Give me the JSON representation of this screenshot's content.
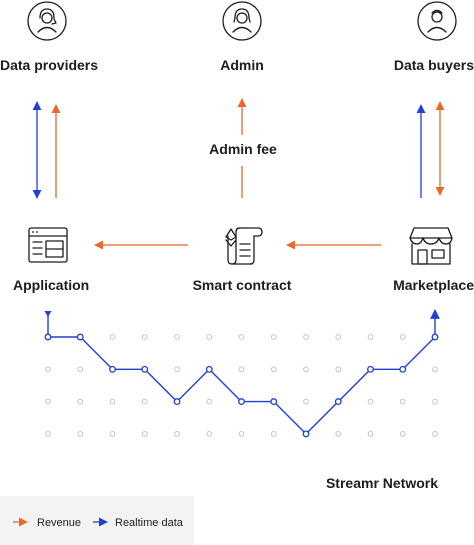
{
  "nodes": {
    "data_providers": "Data providers",
    "admin": "Admin",
    "data_buyers": "Data buyers",
    "admin_fee": "Admin fee",
    "application": "Application",
    "smart_contract": "Smart contract",
    "marketplace": "Marketplace",
    "streamr_network": "Streamr Network"
  },
  "legend": {
    "revenue": "Revenue",
    "realtime_data": "Realtime data"
  },
  "colors": {
    "revenue": "#e8672a",
    "realtime_data": "#1f3fd8",
    "dots": "#c4c4c4",
    "legend_bg": "#f3f3f3"
  },
  "network": {
    "columns": 13,
    "rows": 4,
    "path_levels": [
      0,
      0,
      1,
      1,
      2,
      1,
      2,
      2,
      3,
      2,
      1,
      1,
      0
    ]
  }
}
